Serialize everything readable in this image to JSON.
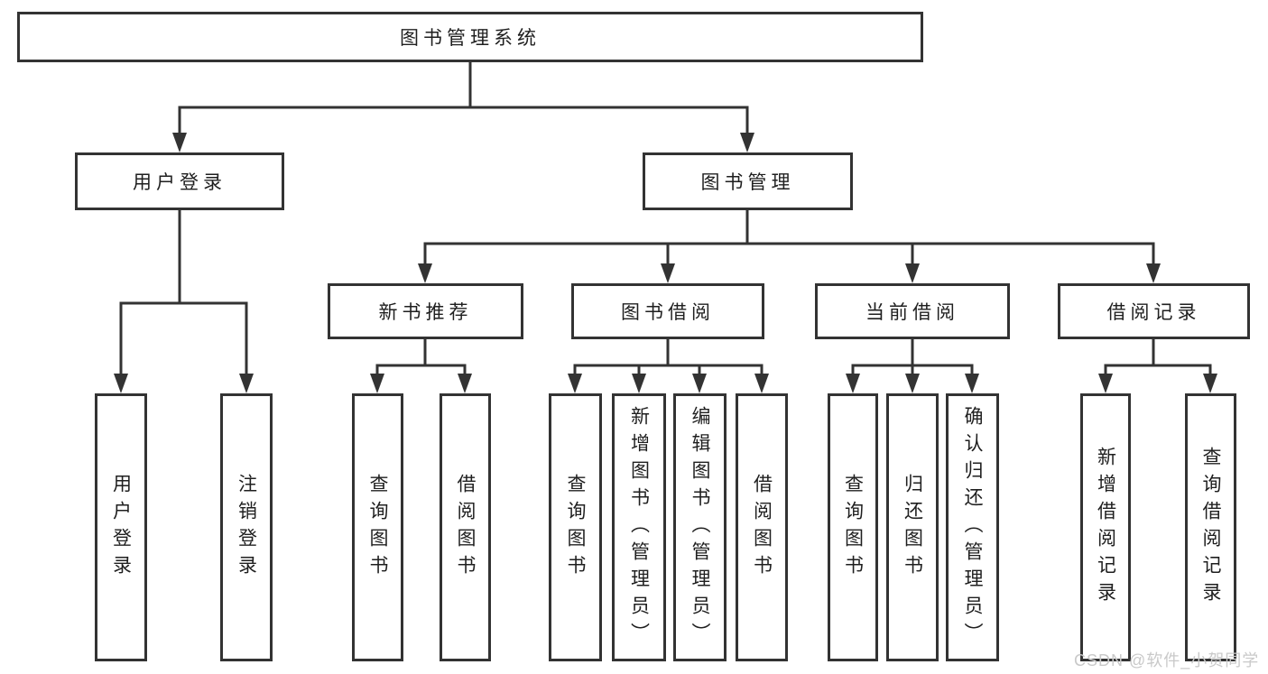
{
  "diagram": {
    "root": {
      "label": "图书管理系统"
    },
    "branches": [
      {
        "label": "用户登录",
        "children": [
          {
            "label": "用户登录"
          },
          {
            "label": "注销登录"
          }
        ]
      },
      {
        "label": "图书管理",
        "children": [
          {
            "label": "新书推荐",
            "children": [
              {
                "label": "查询图书"
              },
              {
                "label": "借阅图书"
              }
            ]
          },
          {
            "label": "图书借阅",
            "children": [
              {
                "label": "查询图书"
              },
              {
                "label": "新增图书（管理员）"
              },
              {
                "label": "编辑图书（管理员）"
              },
              {
                "label": "借阅图书"
              }
            ]
          },
          {
            "label": "当前借阅",
            "children": [
              {
                "label": "查询图书"
              },
              {
                "label": "归还图书"
              },
              {
                "label": "确认归还（管理员）"
              }
            ]
          },
          {
            "label": "借阅记录",
            "children": [
              {
                "label": "新增借阅记录"
              },
              {
                "label": "查询借阅记录"
              }
            ]
          }
        ]
      }
    ]
  },
  "watermark": {
    "text": "CSDN @软件_小贺同学",
    "color": "#c9c9c9"
  },
  "colors": {
    "line": "#333333",
    "background": "#ffffff",
    "text": "#1f1f1f"
  }
}
